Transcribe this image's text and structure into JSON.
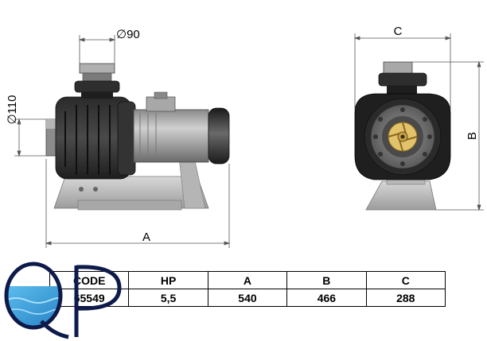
{
  "dimensions": {
    "outlet_diameter": "∅90",
    "inlet_diameter": "∅110",
    "length": "A",
    "width": "C",
    "height": "B"
  },
  "spec_table": {
    "headers": [
      "CODE",
      "HP",
      "A",
      "B",
      "C"
    ],
    "row": [
      "65549",
      "5,5",
      "540",
      "466",
      "288"
    ]
  },
  "logo": {
    "letters": "QP",
    "water_color": "#3a9fd8"
  }
}
